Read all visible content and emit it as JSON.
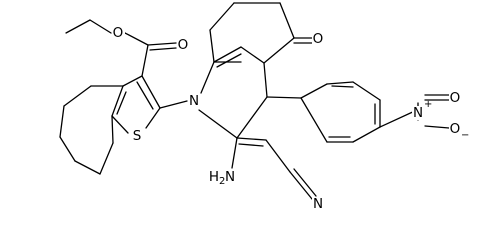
{
  "structure": {
    "atoms": [
      {
        "text": "O",
        "kind": "ester-carbonyl-O"
      },
      {
        "text": "O",
        "kind": "ester-ether-O"
      },
      {
        "text": "S",
        "kind": "thiophene-S"
      },
      {
        "text": "N",
        "kind": "quinoline-N"
      },
      {
        "text": "O",
        "kind": "ketone-O"
      },
      {
        "text": "H",
        "kind": "amine-H"
      },
      {
        "text": "2",
        "kind": "amine-H-count"
      },
      {
        "text": "N",
        "kind": "amine-N"
      },
      {
        "text": "N",
        "kind": "nitrile-N"
      },
      {
        "text": "N",
        "kind": "nitro-N"
      },
      {
        "text": "+",
        "kind": "nitro-N-charge"
      },
      {
        "text": "O",
        "kind": "nitro-O-double"
      },
      {
        "text": "O",
        "kind": "nitro-O-single"
      },
      {
        "text": "−",
        "kind": "nitro-O-charge"
      }
    ]
  },
  "colors": {
    "bond": "#000000",
    "label": "#000000",
    "background": "#ffffff"
  }
}
